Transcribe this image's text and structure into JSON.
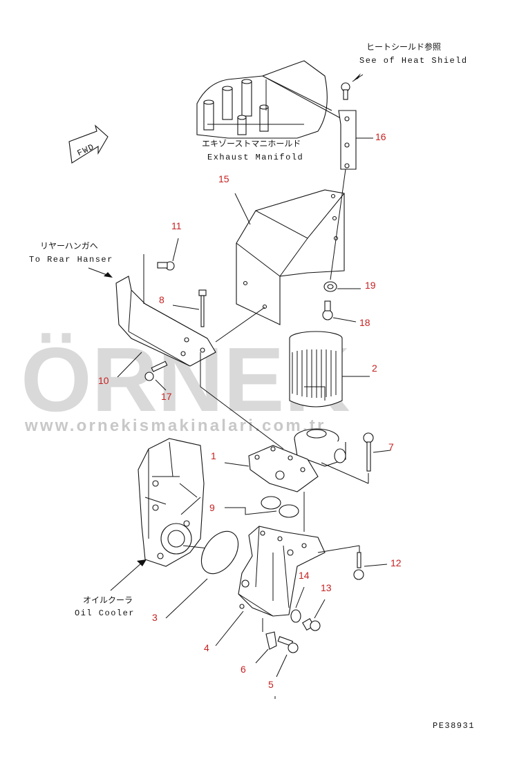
{
  "labels": {
    "heat_shield_jp": "ヒートシールド参照",
    "heat_shield_en": "See of Heat Shield",
    "exhaust_jp": "エキゾーストマニホールド",
    "exhaust_en": "Exhaust Manifold",
    "rear_hanger_jp": "リヤーハンガへ",
    "rear_hanger_en": "To Rear Hanser",
    "oil_cooler_jp": "オイルクーラ",
    "oil_cooler_en": "Oil Cooler",
    "fwd": "FWD",
    "drawing_code": "PE38931"
  },
  "watermark": {
    "brand": "ÖRNEK",
    "url": "www.ornekismakinalari.com.tr",
    "brand_color": "#d9d9d9",
    "url_color": "#c8c8c8",
    "umlaut_color": "#f3d98a"
  },
  "part_numbers": {
    "p1": "1",
    "p2": "2",
    "p3": "3",
    "p4": "4",
    "p5": "5",
    "p6": "6",
    "p7": "7",
    "p8": "8",
    "p9": "9",
    "p10": "10",
    "p11": "11",
    "p12": "12",
    "p13": "13",
    "p14": "14",
    "p15": "15",
    "p16": "16",
    "p17": "17",
    "p18": "18",
    "p19": "19"
  },
  "part_number_color": "#c62020"
}
